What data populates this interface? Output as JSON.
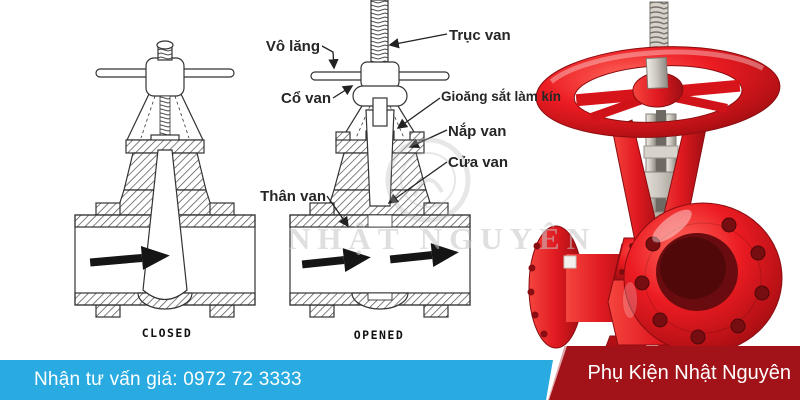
{
  "diagram": {
    "labels": {
      "handwheel": "Vô lăng",
      "stem": "Trục van",
      "neck": "Cổ van",
      "gasket": "Gioăng sắt làm kín",
      "bonnet": "Nắp van",
      "gate": "Cửa van",
      "body": "Thân van"
    },
    "state_closed": "CLOSED",
    "state_opened": "OPENED"
  },
  "watermark": {
    "text": "NHẬT NGUYÊN"
  },
  "footer": {
    "consult": "Nhận tư vấn giá: 0972 72 3333",
    "brand": "Phụ Kiện Nhật Nguyên"
  },
  "colors": {
    "banner_blue": "#29ABE2",
    "banner_red": "#A21319",
    "valve_red": "#E01920",
    "diagram_line": "#333333",
    "watermark_gray": "#C6C6C6"
  }
}
